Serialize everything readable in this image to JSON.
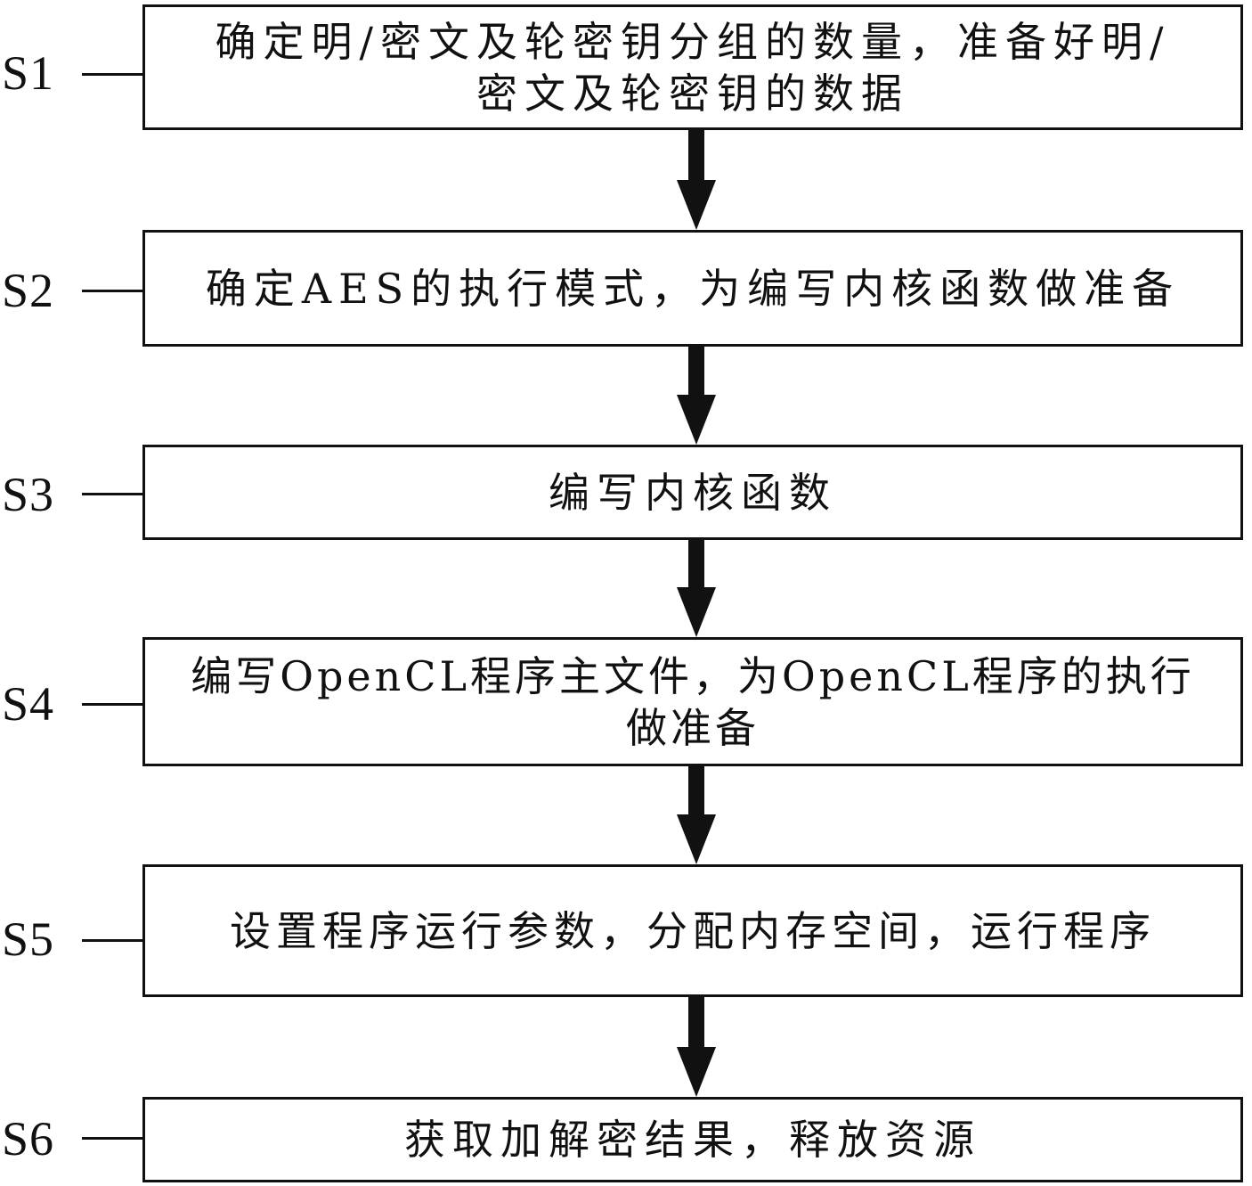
{
  "steps": [
    {
      "id": "S1",
      "text": "确定明/密文及轮密钥分组的数量，准备好明/密文及轮密钥的数据"
    },
    {
      "id": "S2",
      "text": "确定AES的执行模式，为编写内核函数做准备"
    },
    {
      "id": "S3",
      "text": "编写内核函数"
    },
    {
      "id": "S4",
      "text": "编写OpenCL程序主文件，为OpenCL程序的执行做准备"
    },
    {
      "id": "S5",
      "text": "设置程序运行参数，分配内存空间，运行程序"
    },
    {
      "id": "S6",
      "text": "获取加解密结果，释放资源"
    }
  ],
  "colors": {
    "line": "#111111",
    "background": "#ffffff"
  }
}
